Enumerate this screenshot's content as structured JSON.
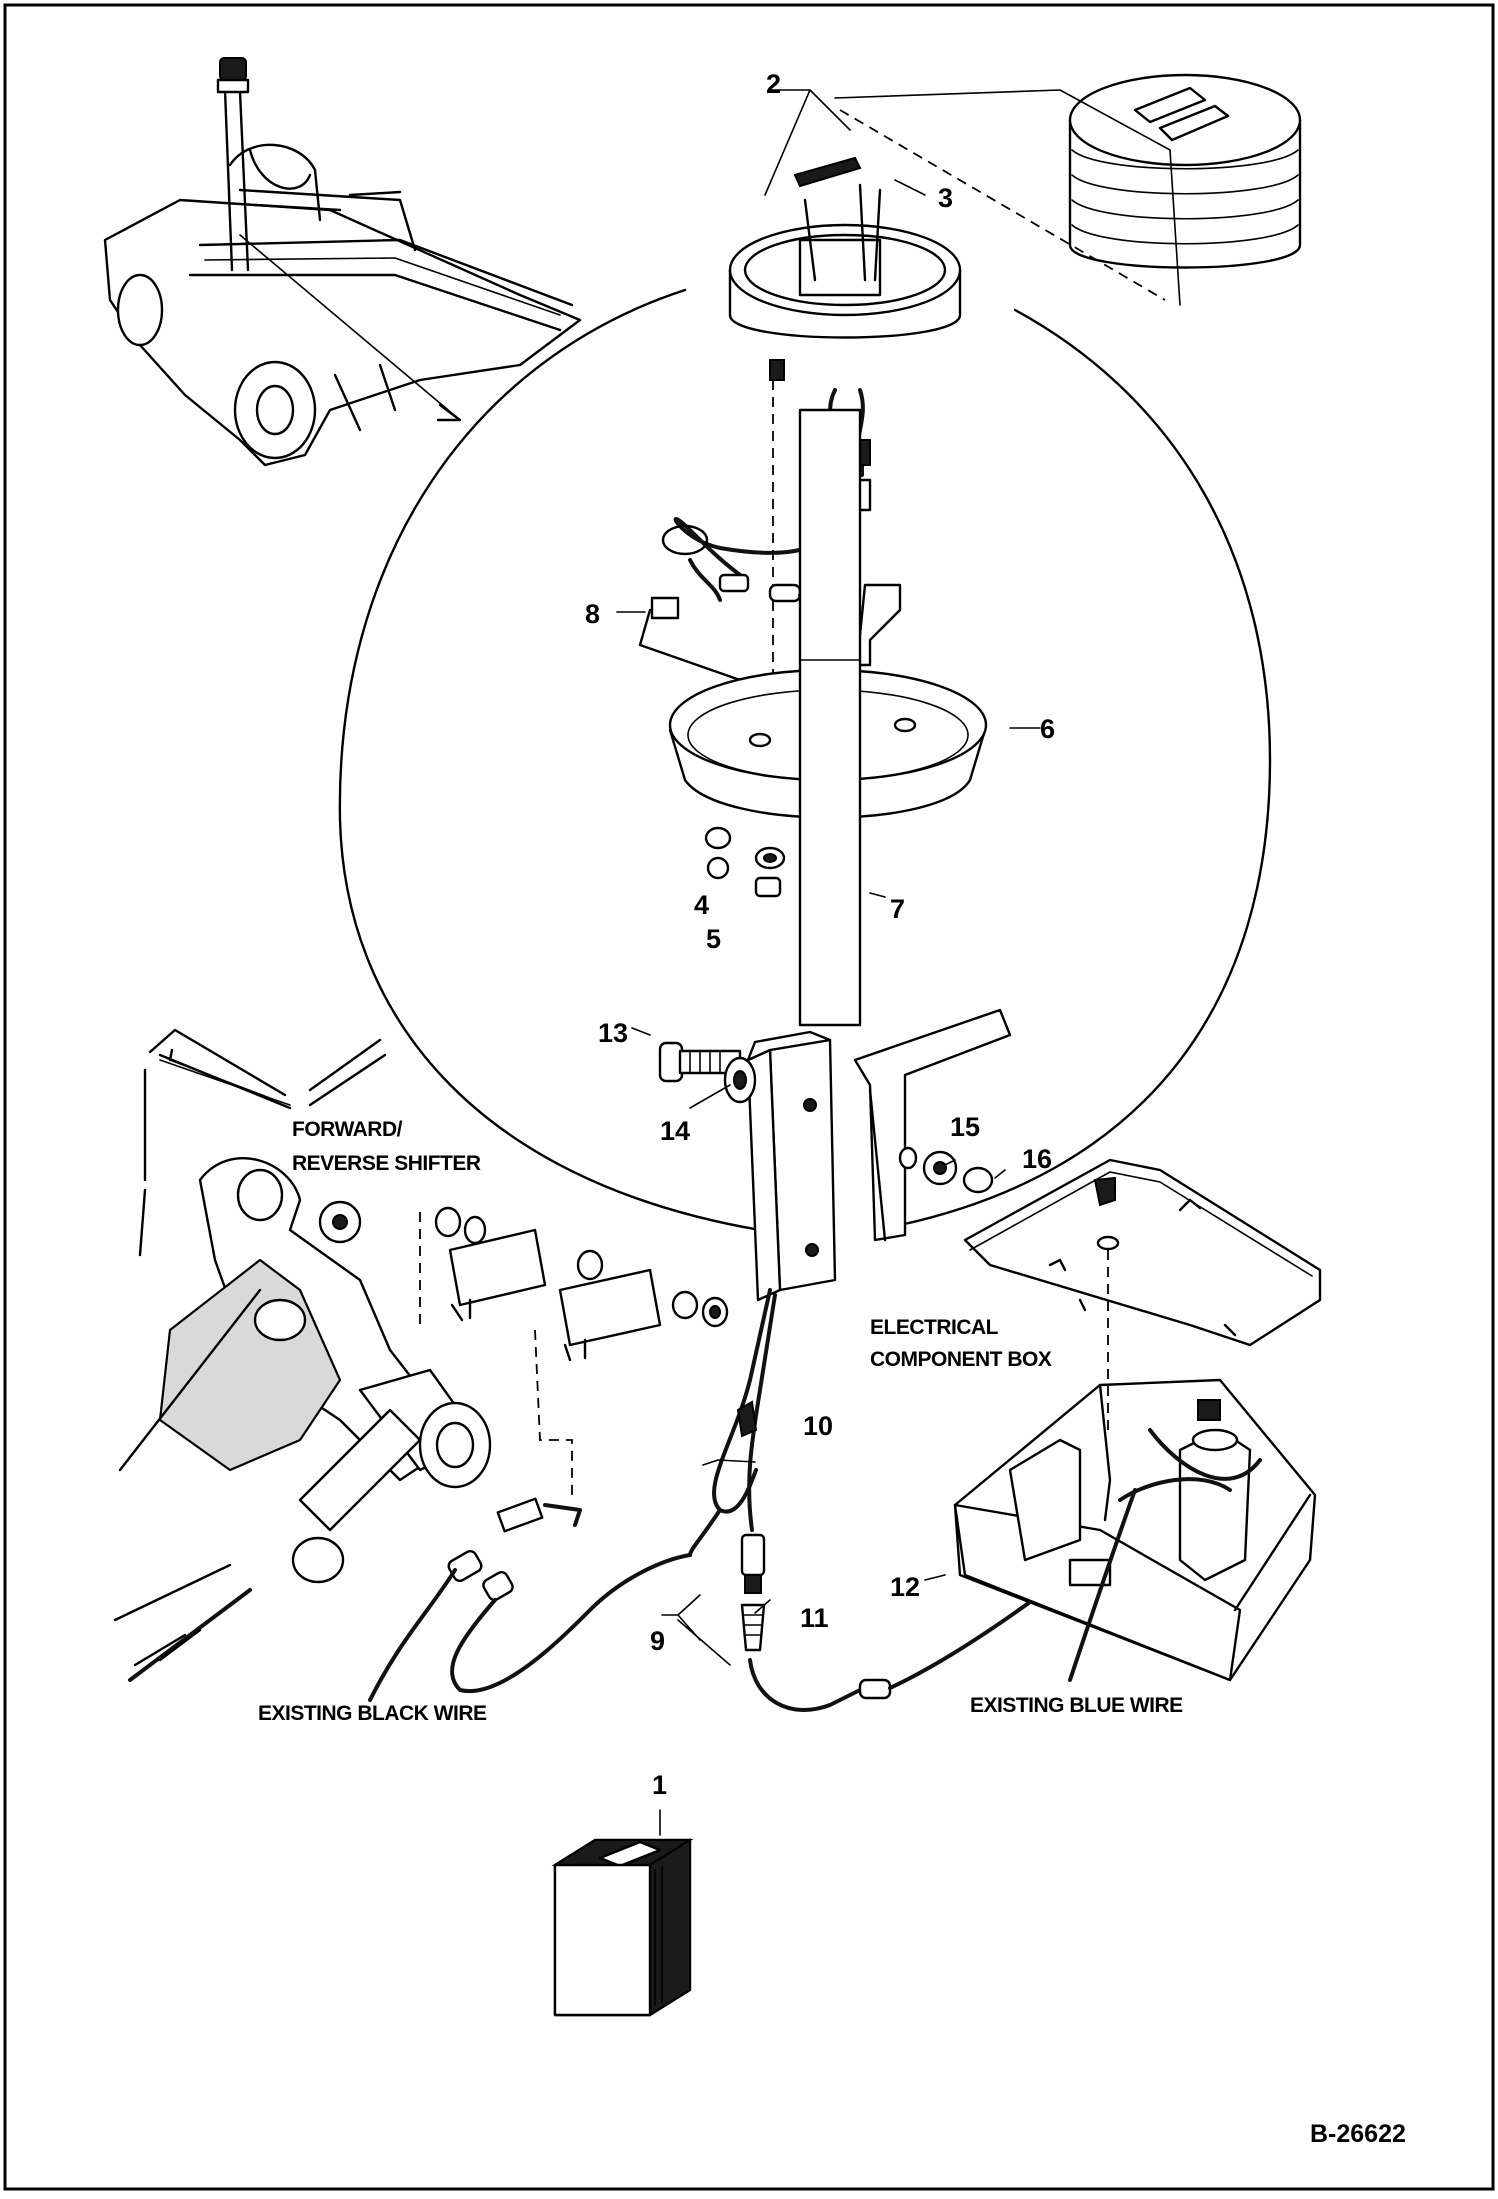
{
  "diagram": {
    "drawing_number": "B-26622",
    "captions": {
      "shifter": [
        "FORWARD/",
        "REVERSE SHIFTER"
      ],
      "component_box": [
        "ELECTRICAL",
        "COMPONENT BOX"
      ],
      "black_wire": "EXISTING BLACK WIRE",
      "blue_wire": "EXISTING BLUE WIRE"
    },
    "callouts": [
      "1",
      "2",
      "3",
      "4",
      "5",
      "6",
      "7",
      "8",
      "9",
      "10",
      "11",
      "12",
      "13",
      "14",
      "15",
      "16"
    ]
  }
}
